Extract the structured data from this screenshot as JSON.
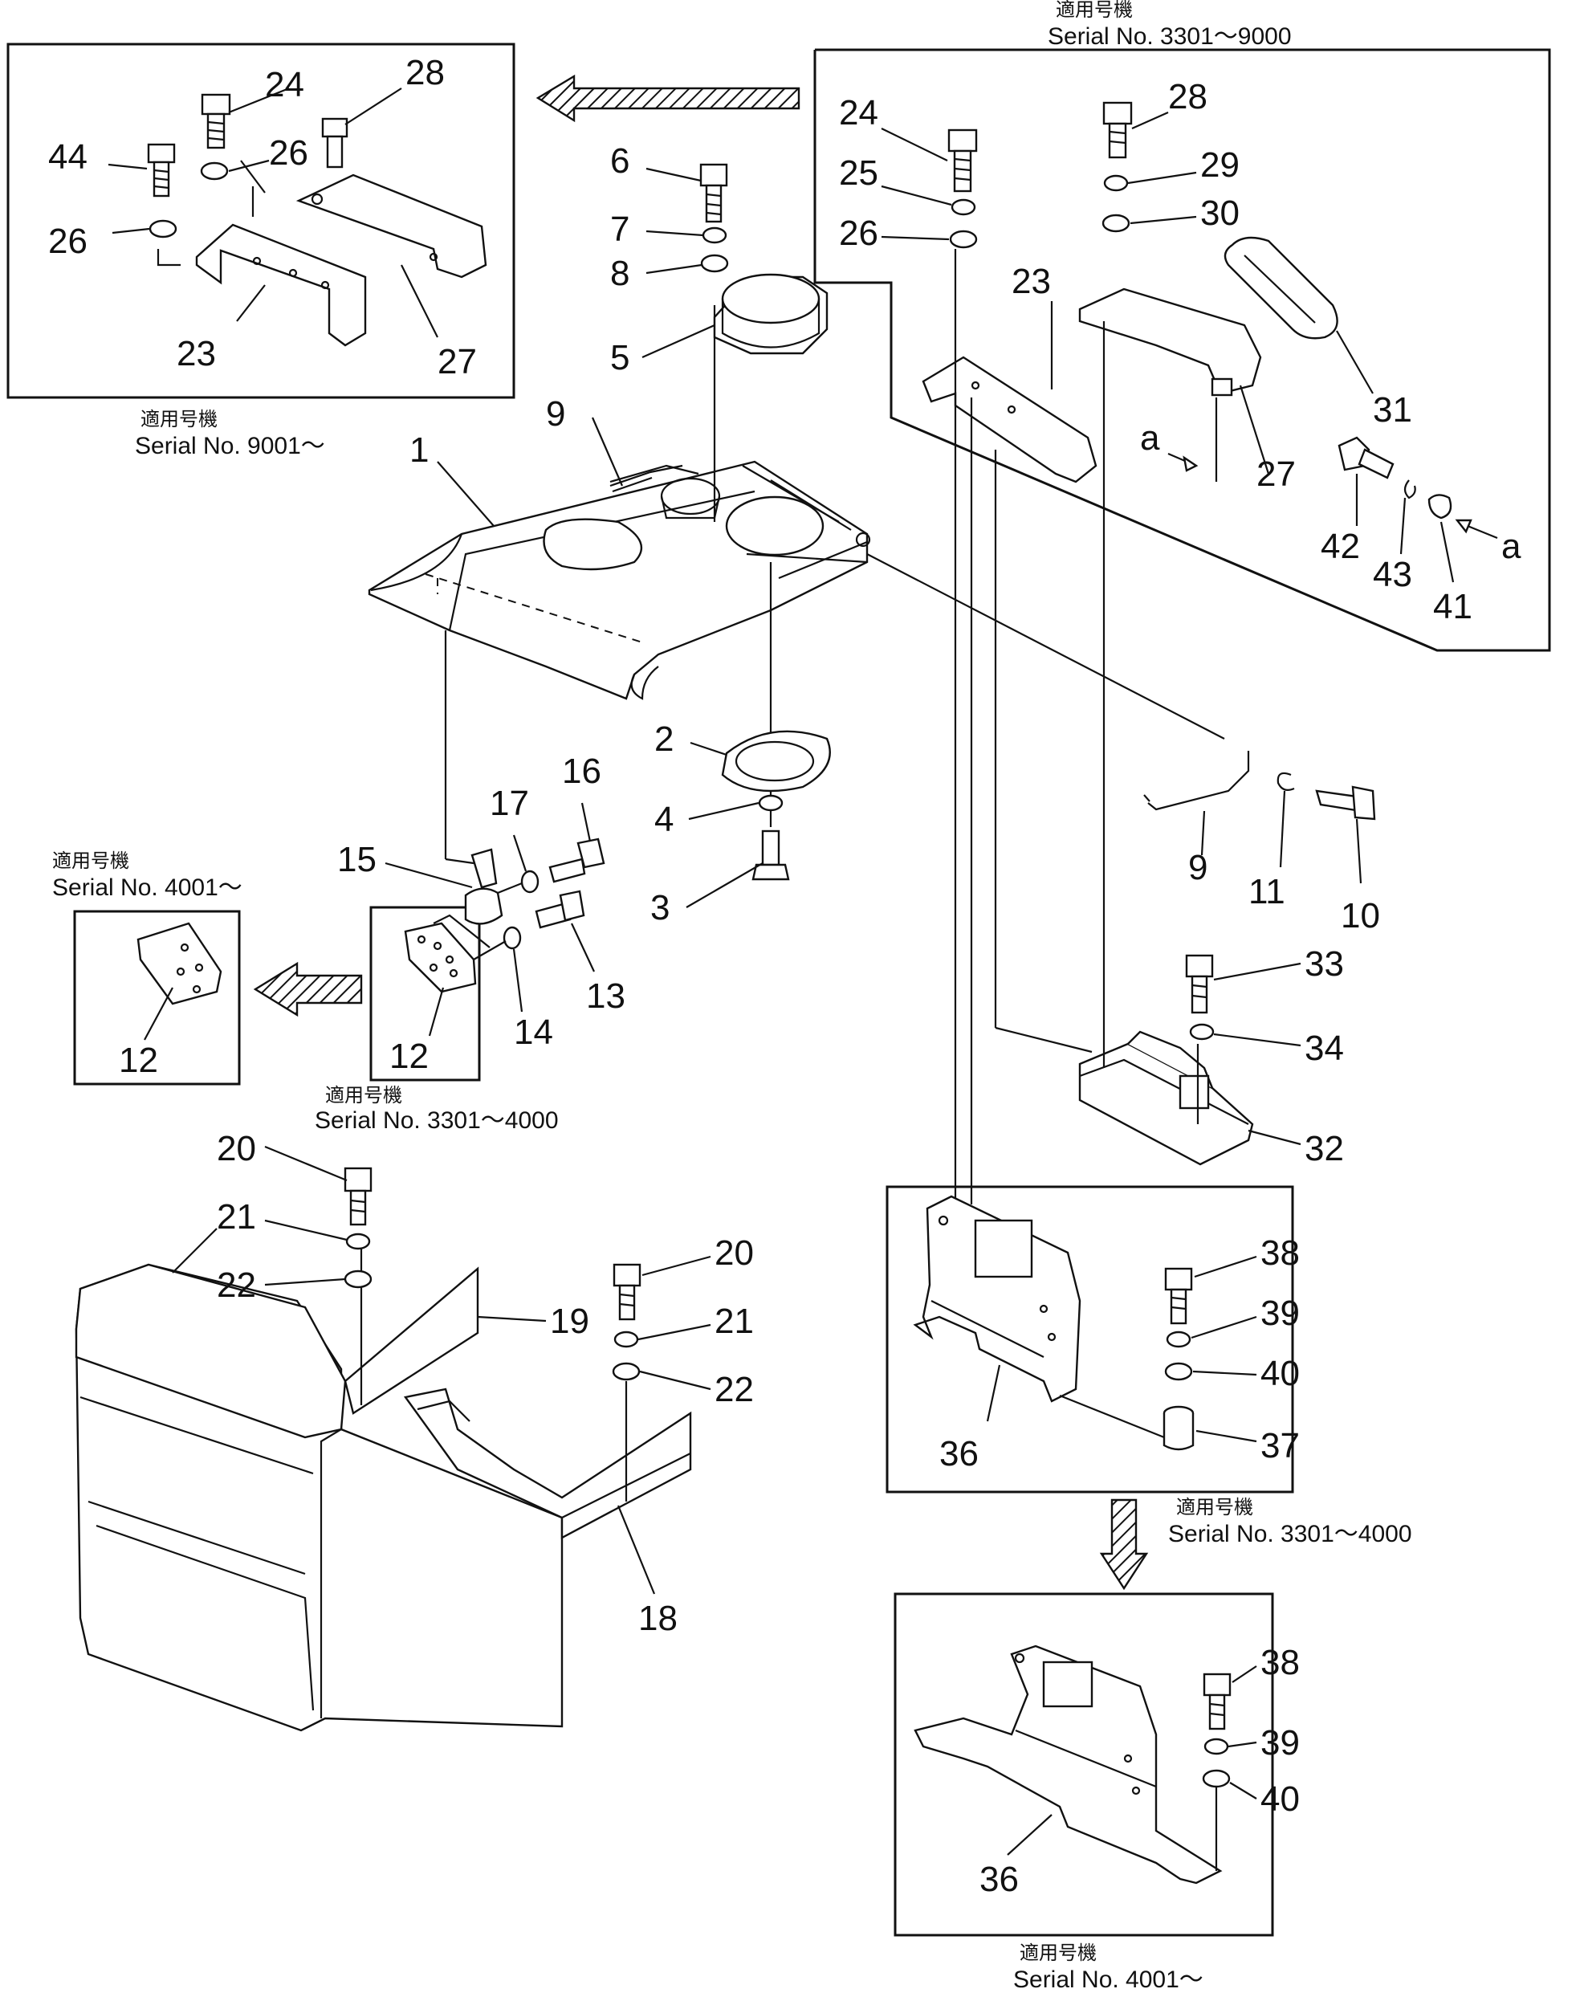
{
  "captions": {
    "top_right_jp": "適用号機",
    "top_right_serial": "Serial No. 3301〜9000",
    "top_left_jp": "適用号機",
    "top_left_serial": "Serial No. 9001〜",
    "mid_left_jp": "適用号機",
    "mid_left_serial": "Serial No. 4001〜",
    "mid_center_jp": "適用号機",
    "mid_center_serial": "Serial No. 3301〜4000",
    "lower_right_jp": "適用号機",
    "lower_right_serial": "Serial No. 3301〜4000",
    "bottom_jp": "適用号機",
    "bottom_serial": "Serial No. 4001〜"
  },
  "view_marker": "a",
  "callouts": {
    "c1": "1",
    "c2": "2",
    "c3": "3",
    "c4": "4",
    "c5": "5",
    "c6": "6",
    "c7": "7",
    "c8": "8",
    "c9a": "9",
    "c9b": "9",
    "c10": "10",
    "c11": "11",
    "c12a": "12",
    "c12b": "12",
    "c13": "13",
    "c14": "14",
    "c15": "15",
    "c16": "16",
    "c17": "17",
    "c18": "18",
    "c19": "19",
    "c20a": "20",
    "c20b": "20",
    "c21a": "21",
    "c21b": "21",
    "c22a": "22",
    "c22b": "22",
    "c23a": "23",
    "c23b": "23",
    "c24a": "24",
    "c24b": "24",
    "c25": "25",
    "c26a": "26",
    "c26b": "26",
    "c26c": "26",
    "c27a": "27",
    "c27b": "27",
    "c28a": "28",
    "c28b": "28",
    "c29": "29",
    "c30": "30",
    "c31": "31",
    "c32": "32",
    "c33": "33",
    "c34": "34",
    "c36a": "36",
    "c36b": "36",
    "c37": "37",
    "c38a": "38",
    "c38b": "38",
    "c39a": "39",
    "c39b": "39",
    "c40a": "40",
    "c40b": "40",
    "c41": "41",
    "c42": "42",
    "c43": "43",
    "c44": "44"
  }
}
